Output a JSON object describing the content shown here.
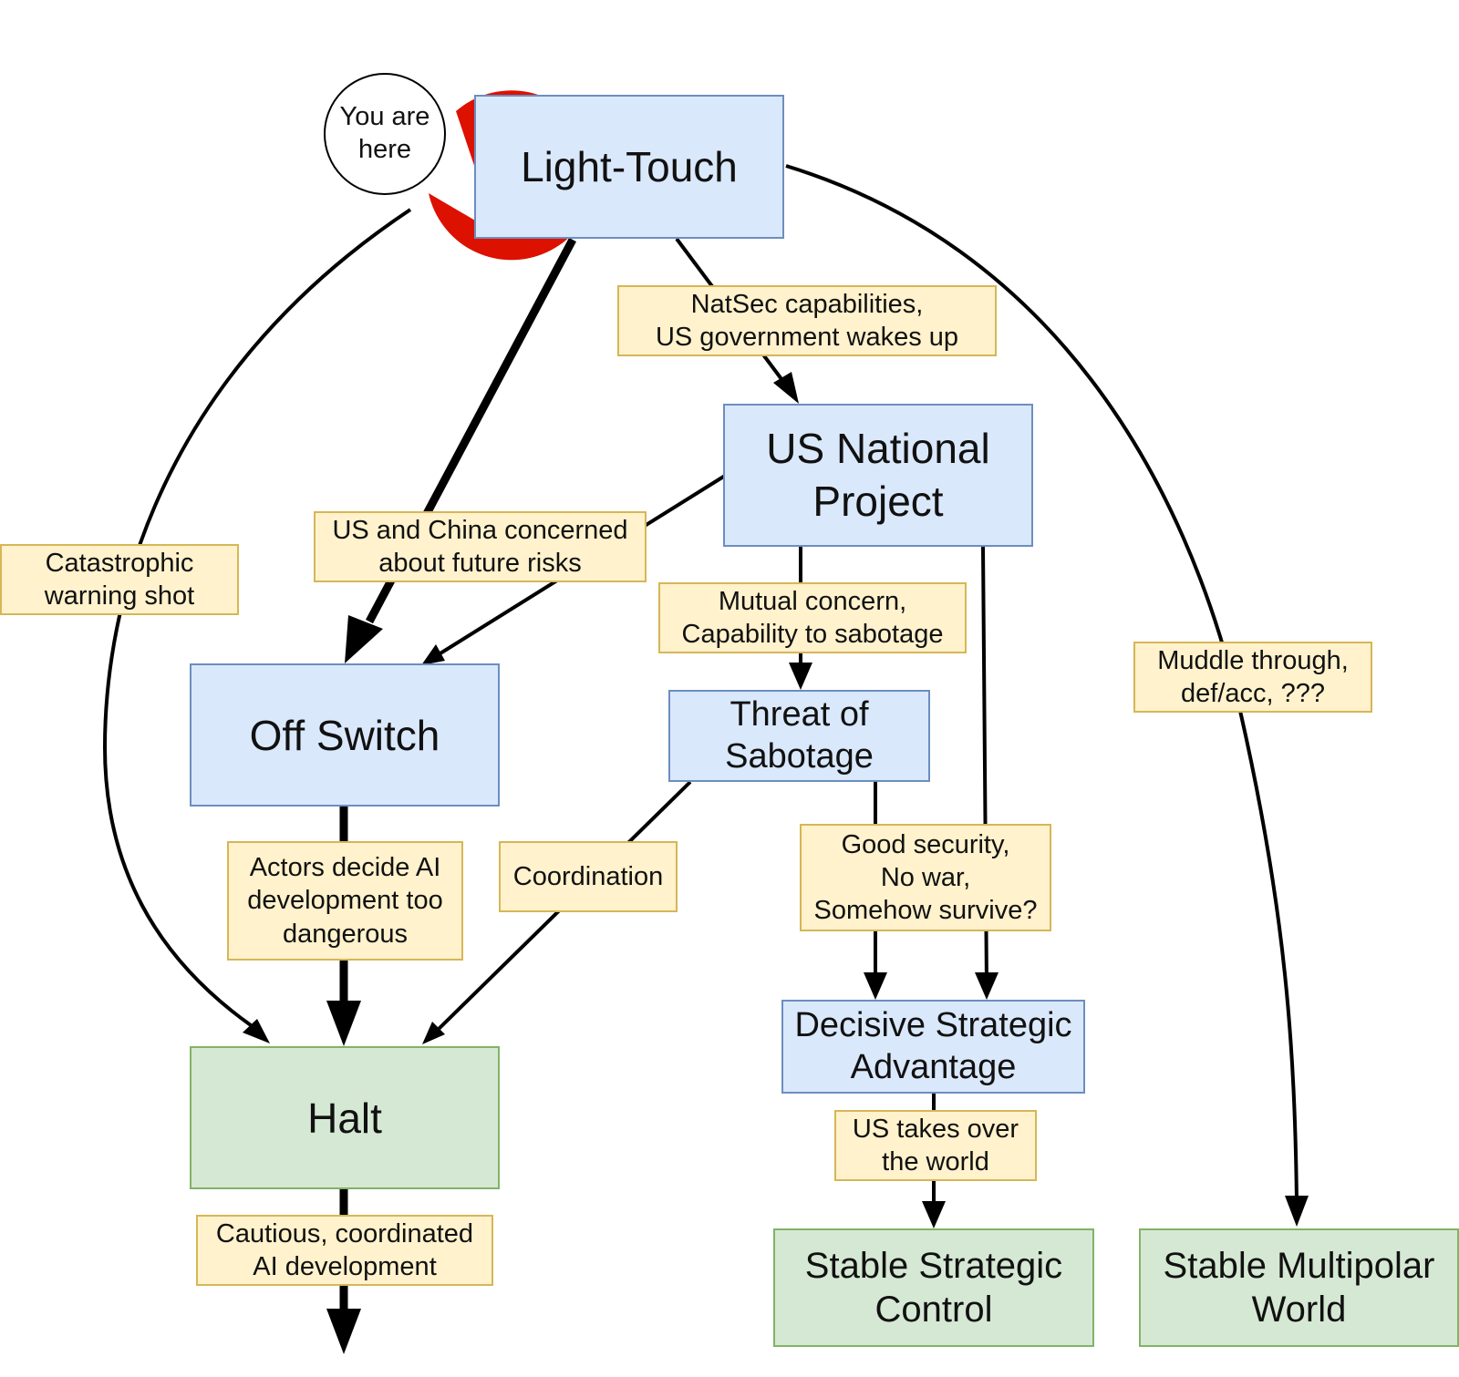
{
  "pin": {
    "text": "You are\nhere",
    "color": "#dd1100"
  },
  "nodes": {
    "light_touch": "Light-Touch",
    "us_national_project": "US National\nProject",
    "off_switch": "Off Switch",
    "threat_of_sabotage": "Threat of\nSabotage",
    "halt": "Halt",
    "decisive_strategic_advantage": "Decisive Strategic\nAdvantage",
    "stable_strategic_control": "Stable Strategic\nControl",
    "stable_multipolar_world": "Stable Multipolar\nWorld"
  },
  "edge_labels": {
    "natsec": "NatSec capabilities,\nUS government wakes up",
    "us_china": "US and China concerned\nabout future risks",
    "catastrophic": "Catastrophic\nwarning shot",
    "mutual_concern": "Mutual concern,\nCapability to sabotage",
    "muddle": "Muddle through,\ndef/acc, ???",
    "actors_decide": "Actors decide AI\ndevelopment too\ndangerous",
    "coordination": "Coordination",
    "good_security": "Good security,\nNo war,\nSomehow survive?",
    "us_takes_over": "US takes over\nthe world",
    "cautious": "Cautious, coordinated\nAI development"
  },
  "colors": {
    "blue_fill": "#dae8fc",
    "blue_border": "#6c8ebf",
    "green_fill": "#d5e8d4",
    "green_border": "#82b366",
    "label_fill": "#fff2cc",
    "label_border": "#d6b656",
    "edge": "#000000"
  }
}
